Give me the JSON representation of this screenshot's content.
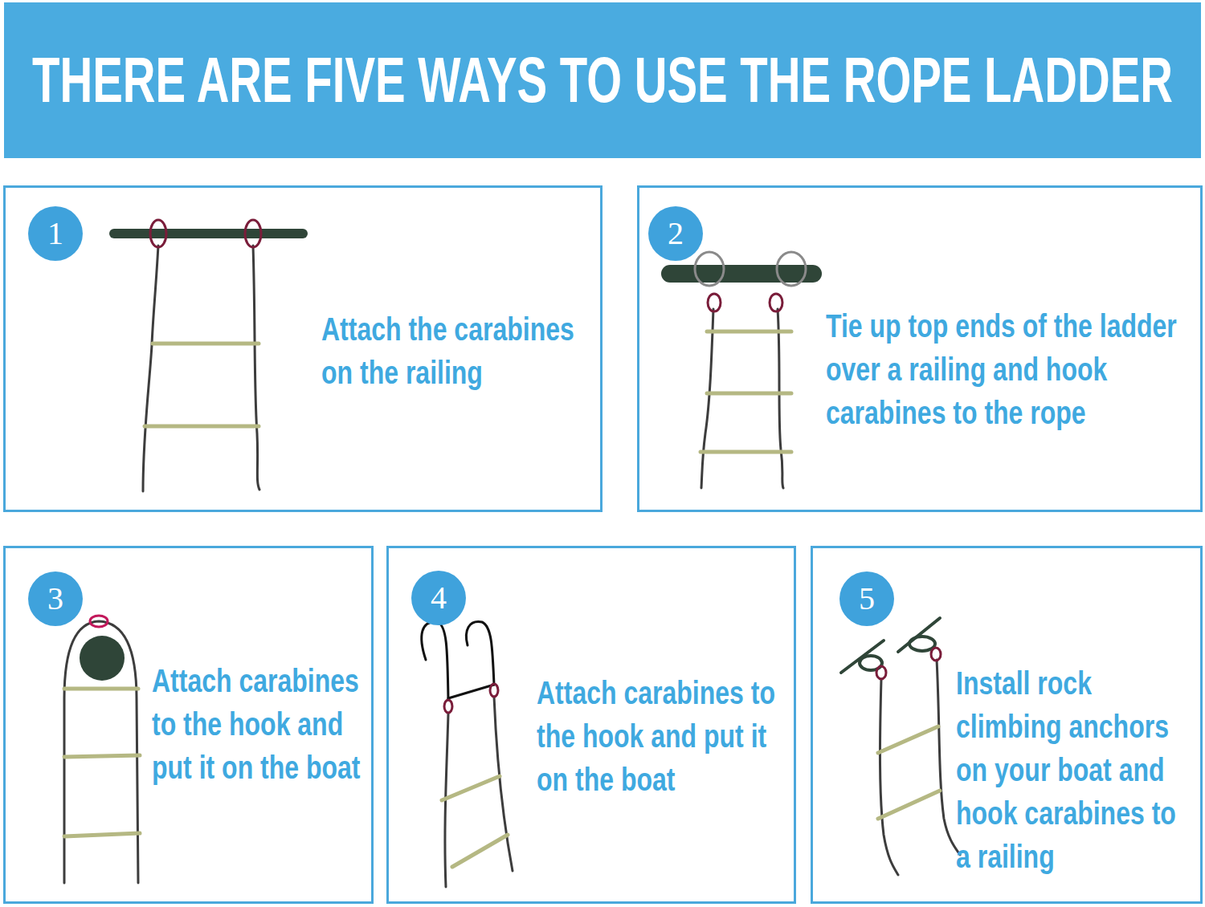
{
  "diagram": {
    "title": "THERE ARE FIVE WAYS TO USE THE ROPE LADDER",
    "nodes": [
      {
        "text": [
          "Attach the carabines on the railing"
        ]
      },
      {
        "text": [
          "1"
        ],
        "in": 0
      },
      {
        "text": [
          "Tie up top ends of the ladder over a railing and hook carabines to the rope"
        ]
      },
      {
        "text": [
          "2"
        ],
        "in": 2
      },
      {
        "text": [
          "Attach carabines to the hook and put it on the boat"
        ]
      },
      {
        "text": [
          "3"
        ],
        "in": 4
      },
      {
        "text": [
          "Attach carabines to the hook and put it on the boat"
        ]
      },
      {
        "text": [
          "4"
        ],
        "in": 6
      },
      {
        "text": [
          "Install rock climbing anchors on your boat and hook carabines to a railing"
        ]
      },
      {
        "text": [
          "5"
        ],
        "in": 8
      }
    ]
  }
}
